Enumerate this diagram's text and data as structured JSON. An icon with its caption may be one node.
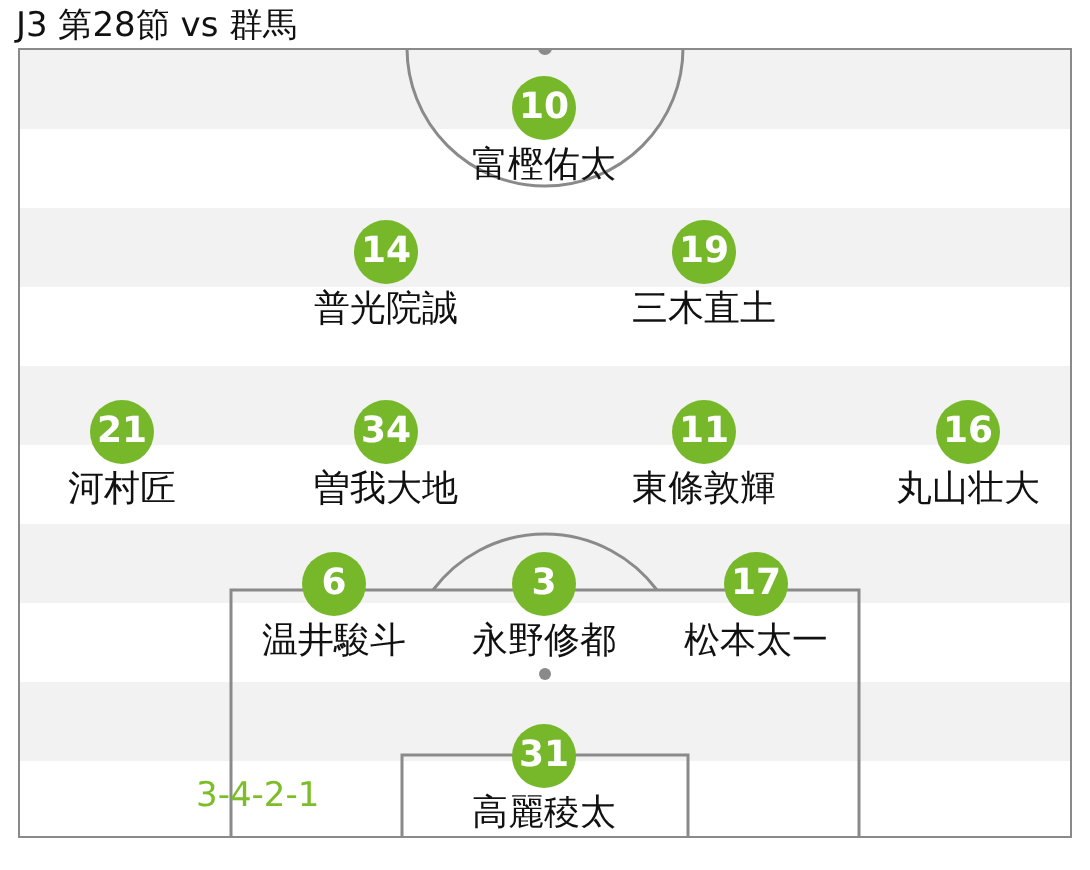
{
  "diagram": {
    "title": "J3 第28節 vs 群馬",
    "nodes": [
      {
        "text": [
          "10",
          "富樫佑太"
        ]
      },
      {
        "text": [
          "14",
          "普光院誠"
        ]
      },
      {
        "text": [
          "19",
          "三木直土"
        ]
      },
      {
        "text": [
          "21",
          "河村匠"
        ]
      },
      {
        "text": [
          "34",
          "曽我大地"
        ]
      },
      {
        "text": [
          "11",
          "東條敦輝"
        ]
      },
      {
        "text": [
          "16",
          "丸山壮大"
        ]
      },
      {
        "text": [
          "6",
          "温井駿斗"
        ]
      },
      {
        "text": [
          "3",
          "永野修都"
        ]
      },
      {
        "text": [
          "17",
          "松本太一"
        ]
      },
      {
        "text": [
          "31",
          "高麗稜太"
        ]
      }
    ],
    "labels": [
      "3-4-2-1"
    ]
  }
}
